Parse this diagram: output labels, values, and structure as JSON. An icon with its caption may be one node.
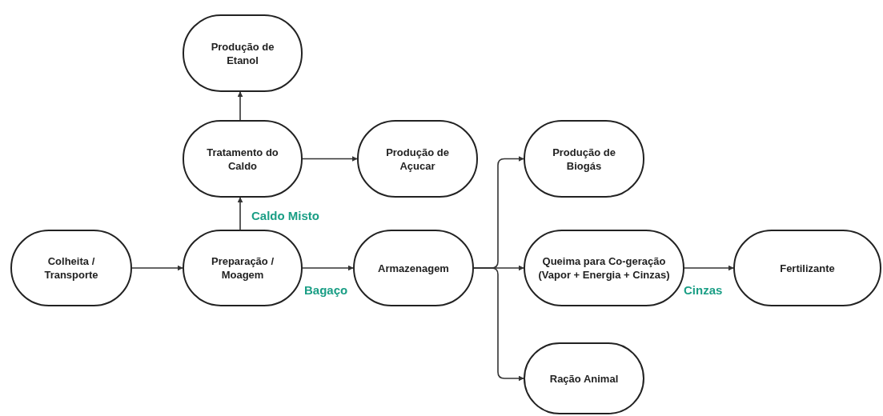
{
  "diagram": {
    "nodes": [
      {
        "text": [
          "Produção de Etanol"
        ]
      },
      {
        "text": [
          "Tratamento do Caldo"
        ]
      },
      {
        "text": [
          "Produção de Açucar"
        ]
      },
      {
        "text": [
          "Colheita / Transporte"
        ]
      },
      {
        "text": [
          "Preparação / Moagem"
        ]
      },
      {
        "text": [
          "Armazenagem"
        ]
      },
      {
        "text": [
          "Produção de Biogás"
        ]
      },
      {
        "text": [
          "Queima para Co-geração (Vapor + Energia + Cinzas)"
        ]
      },
      {
        "text": [
          "Fertilizante"
        ]
      },
      {
        "text": [
          "Ração Animal"
        ]
      }
    ],
    "edges": [
      {
        "from": 3,
        "to": 4,
        "arrow": "to"
      },
      {
        "from": 4,
        "to": 1,
        "arrow": "to",
        "label": "Caldo Misto"
      },
      {
        "from": 1,
        "to": 0,
        "arrow": "to"
      },
      {
        "from": 1,
        "to": 2,
        "arrow": "to"
      },
      {
        "from": 4,
        "to": 5,
        "arrow": "to",
        "label": "Bagaço"
      },
      {
        "from": 5,
        "to": 6,
        "arrow": "to"
      },
      {
        "from": 5,
        "to": 7,
        "arrow": "to"
      },
      {
        "from": 5,
        "to": 9,
        "arrow": "to"
      },
      {
        "from": 7,
        "to": 8,
        "arrow": "to",
        "label": "Cinzas"
      }
    ]
  }
}
